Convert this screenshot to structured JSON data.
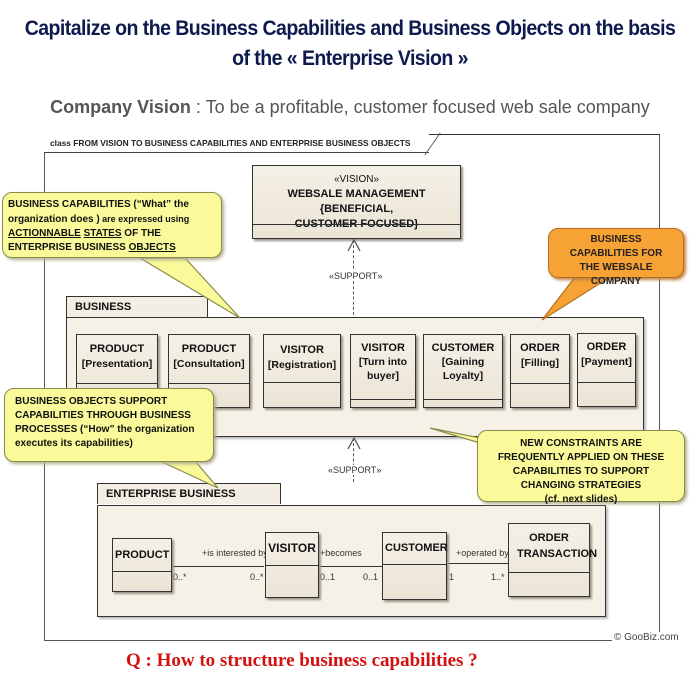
{
  "header": {
    "title_line1": "Capitalize on the Business Capabilities and Business Objects on the basis",
    "title_line2": "of the « Enterprise Vision »",
    "vision_label": "Company Vision",
    "vision_sep": " : ",
    "vision_text": "To be a profitable, customer focused web sale company"
  },
  "diagram": {
    "frame_title": "class FROM VISION TO BUSINESS CAPABILITIES AND ENTERPRISE BUSINESS OBJECTS",
    "vision_class": {
      "stereotype": "«VISION»",
      "name_line1": "WEBSALE MANAGEMENT {BENEFICIAL,",
      "name_line2": "CUSTOMER FOCUSED}"
    },
    "support_label_top": "«SUPPORT»",
    "support_label_bottom": "«SUPPORT»",
    "capabilities_package": {
      "title": "BUSINESS CAPABILITIES",
      "items": [
        {
          "object": "PRODUCT",
          "state": "[Presentation]"
        },
        {
          "object": "PRODUCT",
          "state": "[Consultation]"
        },
        {
          "object": "VISITOR",
          "state": "[Registration]"
        },
        {
          "object": "VISITOR",
          "state": "[Turn into buyer]"
        },
        {
          "object": "CUSTOMER",
          "state": "[Gaining Loyalty]"
        },
        {
          "object": "ORDER",
          "state": "[Filling]"
        },
        {
          "object": "ORDER",
          "state": "[Payment]"
        }
      ]
    },
    "objects_package": {
      "title": "ENTERPRISE BUSINESS OBJECTS",
      "classes": [
        "PRODUCT",
        "VISITOR",
        "CUSTOMER",
        "ORDER TRANSACTION"
      ],
      "associations": [
        {
          "from": "PRODUCT",
          "to": "VISITOR",
          "role": "+is interested by",
          "from_mult": "0..*",
          "to_mult": "0..*"
        },
        {
          "from": "VISITOR",
          "to": "CUSTOMER",
          "role": "+becomes",
          "from_mult": "0..1",
          "to_mult": "0..1"
        },
        {
          "from": "CUSTOMER",
          "to": "ORDER TRANSACTION",
          "role": "+operated by",
          "from_mult": "1",
          "to_mult": "1..*"
        }
      ]
    }
  },
  "callouts": {
    "capabilities_what": {
      "part1": "BUSINESS CAPABILITIES (“What” the organization does )",
      "part2": " are expressed  using ",
      "u1": "ACTIONNABLE",
      "sp": "  ",
      "u2": "STATES",
      "part3": " OF THE ENTERPRISE BUSINESS ",
      "u3": "OBJECTS"
    },
    "websale_capabilities": "BUSINESS CAPABILITIES FOR THE WEBSALE COMPANY",
    "objects_support": "BUSINESS OBJECTS SUPPORT CAPABILITIES THROUGH  BUSINESS PROCESSES (“How” the organization executes its capabilities)",
    "constraints": "NEW CONSTRAINTS  ARE FREQUENTLY APPLIED ON THESE CAPABILITIES TO SUPPORT CHANGING  STRATEGIES",
    "constraints_note": "(cf. next slides)"
  },
  "footer": {
    "copyright": "© GooBiz.com",
    "question": "Q : How to structure business capabilities ?"
  },
  "colors": {
    "title": "#0d1a4d",
    "question": "#d31111",
    "callout_yellow": "#fafa9a",
    "callout_orange": "#f7a235",
    "uml_fill": "#f3eee4"
  }
}
